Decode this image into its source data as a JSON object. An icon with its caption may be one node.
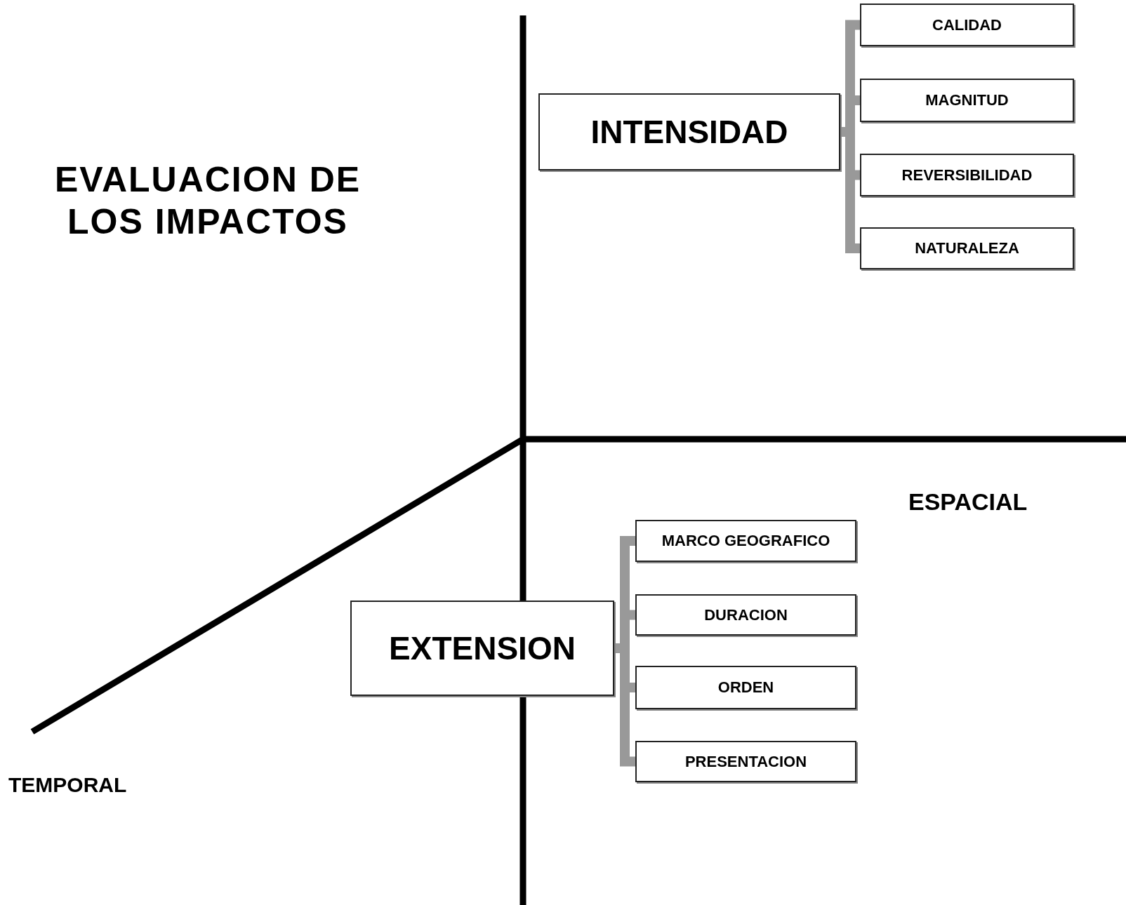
{
  "diagram": {
    "title": "EVALUACION DE LOS IMPACTOS",
    "nodes": [
      {
        "text": [
          "INTENSIDAD"
        ]
      },
      {
        "text": [
          "CALIDAD"
        ]
      },
      {
        "text": [
          "MAGNITUD"
        ]
      },
      {
        "text": [
          "REVERSIBILIDAD"
        ]
      },
      {
        "text": [
          "NATURALEZA"
        ]
      },
      {
        "text": [
          "EXTENSION"
        ]
      },
      {
        "text": [
          "MARCO GEOGRAFICO"
        ]
      },
      {
        "text": [
          "DURACION"
        ]
      },
      {
        "text": [
          "ORDEN"
        ]
      },
      {
        "text": [
          "PRESENTACION"
        ]
      }
    ],
    "edges": [
      {
        "from": 0,
        "to": 1,
        "arrow": "none"
      },
      {
        "from": 0,
        "to": 2,
        "arrow": "none"
      },
      {
        "from": 0,
        "to": 3,
        "arrow": "none"
      },
      {
        "from": 0,
        "to": 4,
        "arrow": "none"
      },
      {
        "from": 5,
        "to": 6,
        "arrow": "none"
      },
      {
        "from": 5,
        "to": 7,
        "arrow": "none"
      },
      {
        "from": 5,
        "to": 8,
        "arrow": "none"
      },
      {
        "from": 5,
        "to": 9,
        "arrow": "none"
      }
    ],
    "labels": [
      "ESPACIAL",
      "TEMPORAL"
    ]
  }
}
